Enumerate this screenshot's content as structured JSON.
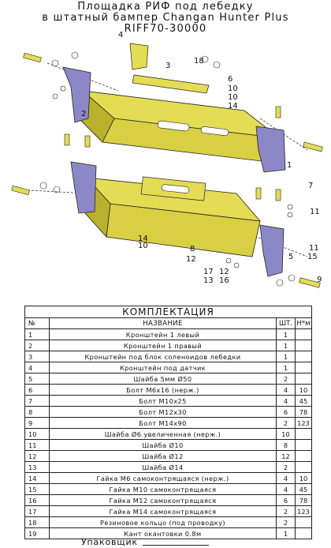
{
  "header": {
    "title_line1": "Площадка РИФ под лебедку",
    "title_line2": "в штатный бампер Changan Hunter Plus",
    "article": "RIFF70-30000"
  },
  "drawing": {
    "callouts": [
      "4",
      "3",
      "18",
      "6",
      "10",
      "10",
      "14",
      "2",
      "1",
      "7",
      "11",
      "14",
      "10",
      "8",
      "12",
      "12",
      "16",
      "17",
      "13",
      "11",
      "5",
      "15",
      "9"
    ]
  },
  "table": {
    "title": "КОМПЛЕКТАЦИЯ",
    "headers": {
      "num": "№",
      "name": "НАЗВАНИЕ",
      "qty": "ШТ.",
      "torque": "Н*м"
    },
    "rows": [
      {
        "num": "1",
        "name": "Кронштейн 1 левый",
        "qty": "1",
        "torque": ""
      },
      {
        "num": "2",
        "name": "Кронштейн 1 правый",
        "qty": "1",
        "torque": ""
      },
      {
        "num": "3",
        "name": "Кронштейн под блок соленоидов лебедки",
        "qty": "1",
        "torque": ""
      },
      {
        "num": "4",
        "name": "Кронштейн под датчик",
        "qty": "1",
        "torque": ""
      },
      {
        "num": "5",
        "name": "Шайба 5мм Ø50",
        "qty": "2",
        "torque": ""
      },
      {
        "num": "6",
        "name": "Болт М6х16 (нерж.)",
        "qty": "4",
        "torque": "10"
      },
      {
        "num": "7",
        "name": "Болт М10х25",
        "qty": "4",
        "torque": "45"
      },
      {
        "num": "8",
        "name": "Болт М12х30",
        "qty": "6",
        "torque": "78"
      },
      {
        "num": "9",
        "name": "Болт М14х90",
        "qty": "2",
        "torque": "123"
      },
      {
        "num": "10",
        "name": "Шайба Ø6 увеличенная (нерж.)",
        "qty": "10",
        "torque": ""
      },
      {
        "num": "11",
        "name": "Шайба Ø10",
        "qty": "8",
        "torque": ""
      },
      {
        "num": "12",
        "name": "Шайба Ø12",
        "qty": "12",
        "torque": ""
      },
      {
        "num": "13",
        "name": "Шайба Ø14",
        "qty": "2",
        "torque": ""
      },
      {
        "num": "14",
        "name": "Гайка М6 самоконтрящаяся (нерж.)",
        "qty": "4",
        "torque": "10"
      },
      {
        "num": "15",
        "name": "Гайка М10 самоконтрящаяся",
        "qty": "4",
        "torque": "45"
      },
      {
        "num": "16",
        "name": "Гайка М12 самоконтрящаяся",
        "qty": "6",
        "torque": "78"
      },
      {
        "num": "17",
        "name": "Гайка М14 самоконтрящаяся",
        "qty": "2",
        "torque": "123"
      },
      {
        "num": "18",
        "name": "Резиновое кольцо (под проводку)",
        "qty": "2",
        "torque": ""
      },
      {
        "num": "19",
        "name": "Кант окантовки 0.8м",
        "qty": "1",
        "torque": ""
      }
    ]
  },
  "footer": {
    "packer_label": "Упаковщик"
  },
  "colors": {
    "part_fill": "#e4dc53",
    "part_dark": "#b9b02c",
    "plate_fill": "#8c88c8",
    "line": "#222222"
  }
}
